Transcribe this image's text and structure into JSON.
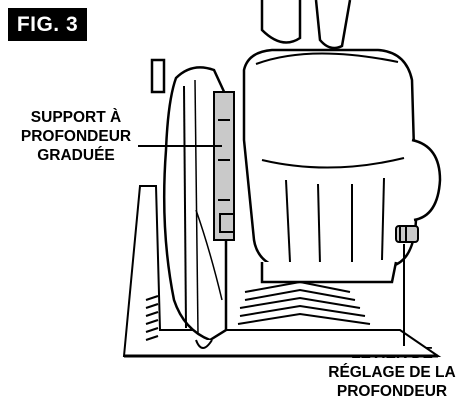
{
  "figure": {
    "label": "FIG. 3"
  },
  "callouts": {
    "depth_support": {
      "lines": [
        "SUPPORT À",
        "PROFONDEUR",
        "GRADUÉE"
      ]
    },
    "depth_lever": {
      "lines": [
        "LEVIER DE",
        "RÉGLAGE DE LA",
        "PROFONDEUR"
      ]
    }
  },
  "colors": {
    "ink": "#000000",
    "paper": "#ffffff",
    "shade": "#c9c9c9"
  }
}
